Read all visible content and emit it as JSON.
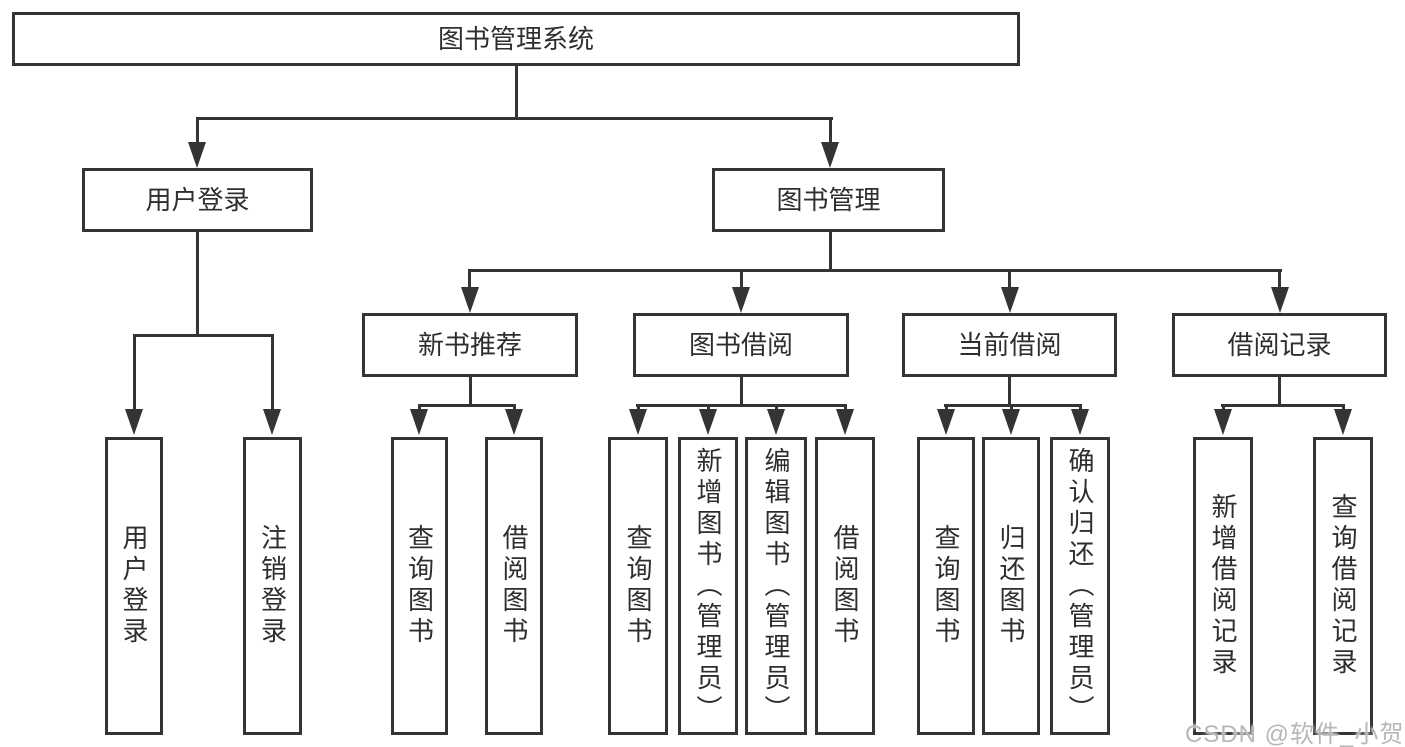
{
  "diagram": {
    "root": {
      "label": "图书管理系统"
    },
    "level2": [
      {
        "label": "用户登录"
      },
      {
        "label": "图书管理"
      }
    ],
    "level3": [
      {
        "label": "新书推荐",
        "parent": "图书管理"
      },
      {
        "label": "图书借阅",
        "parent": "图书管理"
      },
      {
        "label": "当前借阅",
        "parent": "图书管理"
      },
      {
        "label": "借阅记录",
        "parent": "图书管理"
      }
    ],
    "leaves": [
      {
        "label": "用户登录",
        "parent": "用户登录"
      },
      {
        "label": "注销登录",
        "parent": "用户登录"
      },
      {
        "label": "查询图书",
        "parent": "新书推荐"
      },
      {
        "label": "借阅图书",
        "parent": "新书推荐"
      },
      {
        "label": "查询图书",
        "parent": "图书借阅"
      },
      {
        "label": "新增图书（管理员）",
        "parent": "图书借阅"
      },
      {
        "label": "编辑图书（管理员）",
        "parent": "图书借阅"
      },
      {
        "label": "借阅图书",
        "parent": "图书借阅"
      },
      {
        "label": "查询图书",
        "parent": "当前借阅"
      },
      {
        "label": "归还图书",
        "parent": "当前借阅"
      },
      {
        "label": "确认归还（管理员）",
        "parent": "当前借阅"
      },
      {
        "label": "新增借阅记录",
        "parent": "借阅记录"
      },
      {
        "label": "查询借阅记录",
        "parent": "借阅记录"
      }
    ]
  },
  "watermark": {
    "text": "CSDN @软件_小贺同学"
  },
  "colors": {
    "line": "#343434",
    "text": "#2e2e2e",
    "background": "#ffffff",
    "watermark": "#b7b7b7"
  }
}
